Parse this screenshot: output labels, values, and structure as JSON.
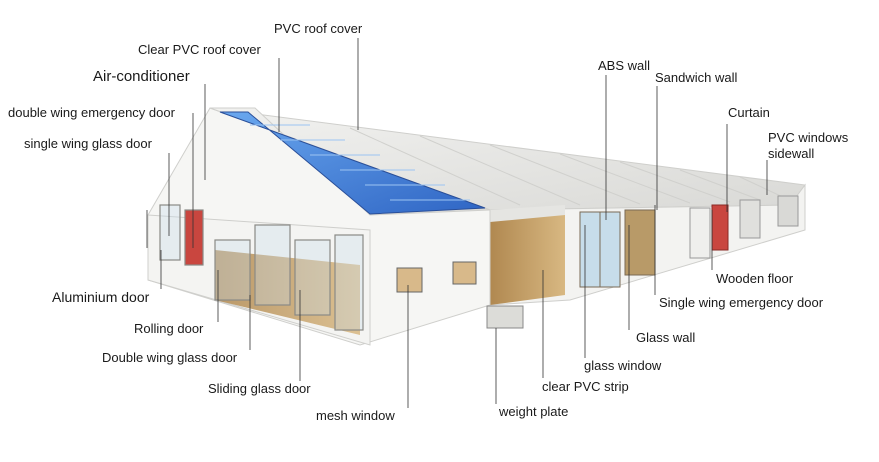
{
  "labels": {
    "pvc_roof_cover": "PVC roof cover",
    "clear_pvc_roof_cover": "Clear PVC roof cover",
    "air_conditioner": "Air-conditioner",
    "double_wing_emergency_door": "double wing emergency door",
    "single_wing_glass_door": "single wing glass door",
    "aluminium_door": "Aluminium door",
    "rolling_door": "Rolling door",
    "double_wing_glass_door": "Double wing glass door",
    "sliding_glass_door": "Sliding glass door",
    "mesh_window": "mesh window",
    "weight_plate": "weight plate",
    "clear_pvc_strip": "clear PVC strip",
    "glass_window": "glass window",
    "glass_wall": "Glass wall",
    "single_wing_emergency_door": "Single wing emergency door",
    "wooden_floor": "Wooden floor",
    "abs_wall": "ABS wall",
    "sandwich_wall": "Sandwich wall",
    "curtain": "Curtain",
    "pvc_windows_sidewall_line1": "PVC windows",
    "pvc_windows_sidewall_line2": "sidewall"
  },
  "colors": {
    "roof": "#ececea",
    "wall": "#f4f4f2",
    "solar_panel": "#3f7fd8",
    "floor": "#c8a46a",
    "leader_line": "#333333"
  }
}
